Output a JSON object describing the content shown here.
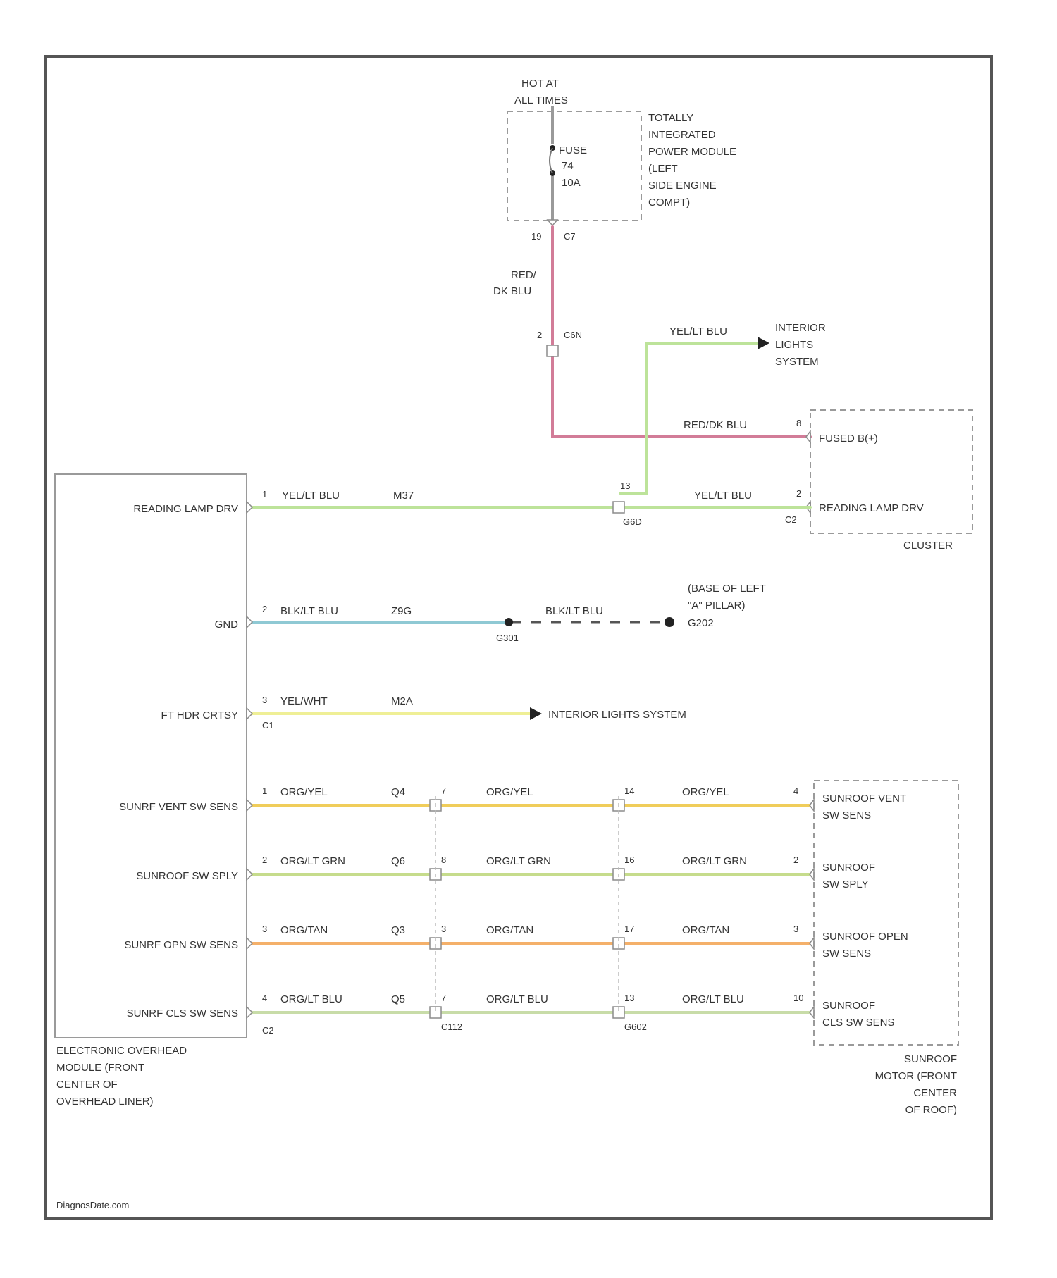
{
  "colors": {
    "red_dk_blu": "#d27c98",
    "yel_lt_blu": "#bde39a",
    "blk_lt_blu": "#8fc9d4",
    "yel_wht": "#efef96",
    "org_yel": "#f0cd5a",
    "org_lt_grn": "#c6dc8c",
    "org_tan": "#f4b06a",
    "org_lt_blu": "#c8dca8"
  },
  "fuse": {
    "hot_label": [
      "HOT AT",
      "ALL TIMES"
    ],
    "fuse_label": "FUSE",
    "fuse_number": "74",
    "fuse_rating": "10A",
    "tipm_label": [
      "TOTALLY",
      "INTEGRATED",
      "POWER MODULE",
      "(LEFT",
      "SIDE ENGINE",
      "COMPT)"
    ],
    "pin": "19",
    "connector": "C7"
  },
  "red_wire": {
    "color_label": [
      "RED/",
      "DK BLU"
    ],
    "inline_pin": "2",
    "inline_conn": "C6N",
    "cluster_label": "RED/DK BLU",
    "cluster_pin": "8"
  },
  "ils_branch": {
    "wire_label": "YEL/LT BLU",
    "dest": [
      "INTERIOR",
      "LIGHTS",
      "SYSTEM"
    ],
    "splice_pin": "13",
    "splice_name": "G6D"
  },
  "cluster": {
    "pin1_label": "FUSED B(+)",
    "pin2_label": "READING LAMP DRV",
    "pin2": "2",
    "connector": "C2",
    "name": "CLUSTER"
  },
  "module": {
    "pins": [
      {
        "label": "READING LAMP DRV",
        "pin": "1"
      },
      {
        "label": "GND",
        "pin": "2"
      },
      {
        "label": "FT HDR CRTSY",
        "pin": "3",
        "conn": "C1"
      },
      {
        "label": "SUNRF VENT SW SENS",
        "pin": "1"
      },
      {
        "label": "SUNROOF SW SPLY",
        "pin": "2"
      },
      {
        "label": "SUNRF OPN SW SENS",
        "pin": "3"
      },
      {
        "label": "SUNRF CLS SW SENS",
        "pin": "4",
        "conn": "C2"
      }
    ],
    "name": [
      "ELECTRONIC OVERHEAD",
      "MODULE (FRONT",
      "CENTER OF",
      "OVERHEAD LINER)"
    ]
  },
  "wires": {
    "reading": {
      "color": "YEL/LT BLU",
      "circuit": "M37",
      "right_label": "YEL/LT BLU"
    },
    "gnd": {
      "color": "BLK/LT BLU",
      "circuit": "Z9G",
      "splice": "G301",
      "ground_color": "BLK/LT BLU",
      "ground_name": "G202",
      "ground_note": [
        "(BASE OF LEFT",
        "\"A\" PILLAR)"
      ]
    },
    "crtsy": {
      "color": "YEL/WHT",
      "circuit": "M2A",
      "dest": "INTERIOR LIGHTS SYSTEM"
    }
  },
  "sunroof_wires": [
    {
      "c1": "ORG/YEL",
      "circ": "Q4",
      "p2": "7",
      "c2": "ORG/YEL",
      "p3": "14",
      "c3": "ORG/YEL",
      "p4": "4"
    },
    {
      "c1": "ORG/LT GRN",
      "circ": "Q6",
      "p2": "8",
      "c2": "ORG/LT GRN",
      "p3": "16",
      "c3": "ORG/LT GRN",
      "p4": "2"
    },
    {
      "c1": "ORG/TAN",
      "circ": "Q3",
      "p2": "3",
      "c2": "ORG/TAN",
      "p3": "17",
      "c3": "ORG/TAN",
      "p4": "3"
    },
    {
      "c1": "ORG/LT BLU",
      "circ": "Q5",
      "p2": "7",
      "c2": "ORG/LT BLU",
      "p3": "13",
      "c3": "ORG/LT BLU",
      "p4": "10"
    }
  ],
  "connectors_bottom": {
    "c1": "C2",
    "c2": "C112",
    "c3": "G602"
  },
  "sunroof_motor": {
    "pins": [
      [
        "SUNROOF VENT",
        "SW SENS"
      ],
      [
        "SUNROOF",
        "SW SPLY"
      ],
      [
        "SUNROOF OPEN",
        "SW SENS"
      ],
      [
        "SUNROOF",
        "CLS SW SENS"
      ]
    ],
    "name": [
      "SUNROOF",
      "MOTOR (FRONT",
      "CENTER",
      "OF ROOF)"
    ]
  },
  "footer": "DiagnosDate.com"
}
